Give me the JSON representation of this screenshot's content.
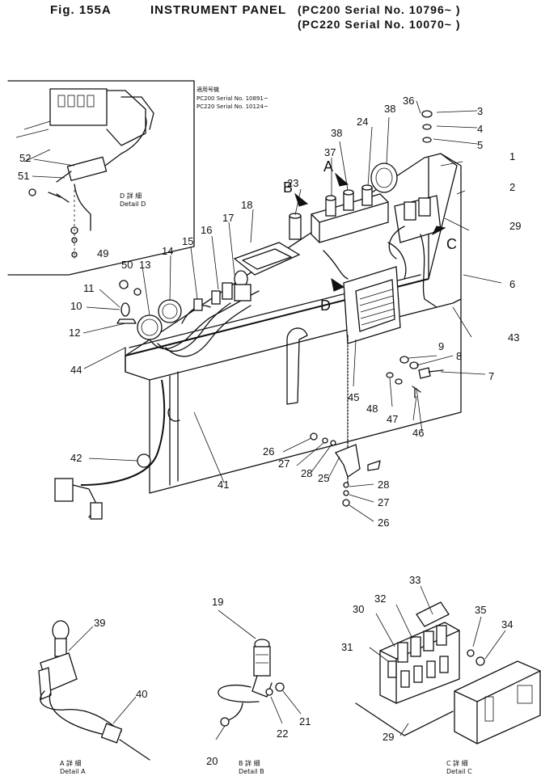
{
  "header": {
    "fig_label": "Fig. 155A",
    "title": "INSTRUMENT PANEL",
    "serial_line_1": "(PC200 Serial No. 10796~ )",
    "serial_line_2": "(PC220 Serial No. 10070~ )"
  },
  "inset_d": {
    "note_jp": "適用号機",
    "note_line_1": "PC200 Serial No. 10891~",
    "note_line_2": "PC220 Serial No. 10124~",
    "caption_jp": "D 詳 細",
    "caption_en": "Detail D"
  },
  "detail_captions": {
    "a_jp": "A 詳 細",
    "a_en": "Detail A",
    "b_jp": "B 詳 細",
    "b_en": "Detail B",
    "c_jp": "C 詳 細",
    "c_en": "Detail C"
  },
  "view_letters": [
    "A",
    "B",
    "C",
    "D"
  ],
  "part_numbers": {
    "p1": "1",
    "p2": "2",
    "p3": "3",
    "p4": "4",
    "p5": "5",
    "p6": "6",
    "p7": "7",
    "p8": "8",
    "p9": "9",
    "p10": "10",
    "p11": "11",
    "p12": "12",
    "p13": "13",
    "p14": "14",
    "p15": "15",
    "p16": "16",
    "p17": "17",
    "p18": "18",
    "p19": "19",
    "p20": "20",
    "p21": "21",
    "p22": "22",
    "p23": "23",
    "p24": "24",
    "p25": "25",
    "p26a": "26",
    "p26b": "26",
    "p27a": "27",
    "p27b": "27",
    "p28a": "28",
    "p28b": "28",
    "p29a": "29",
    "p29b": "29",
    "p30": "30",
    "p31": "31",
    "p32": "32",
    "p33": "33",
    "p34": "34",
    "p35": "35",
    "p36": "36",
    "p37": "37",
    "p38a": "38",
    "p38b": "38",
    "p39": "39",
    "p40": "40",
    "p41": "41",
    "p42": "42",
    "p43": "43",
    "p44": "44",
    "p45": "45",
    "p46": "46",
    "p47": "47",
    "p48": "48",
    "p49": "49",
    "p50": "50",
    "p51": "51",
    "p52": "52"
  }
}
